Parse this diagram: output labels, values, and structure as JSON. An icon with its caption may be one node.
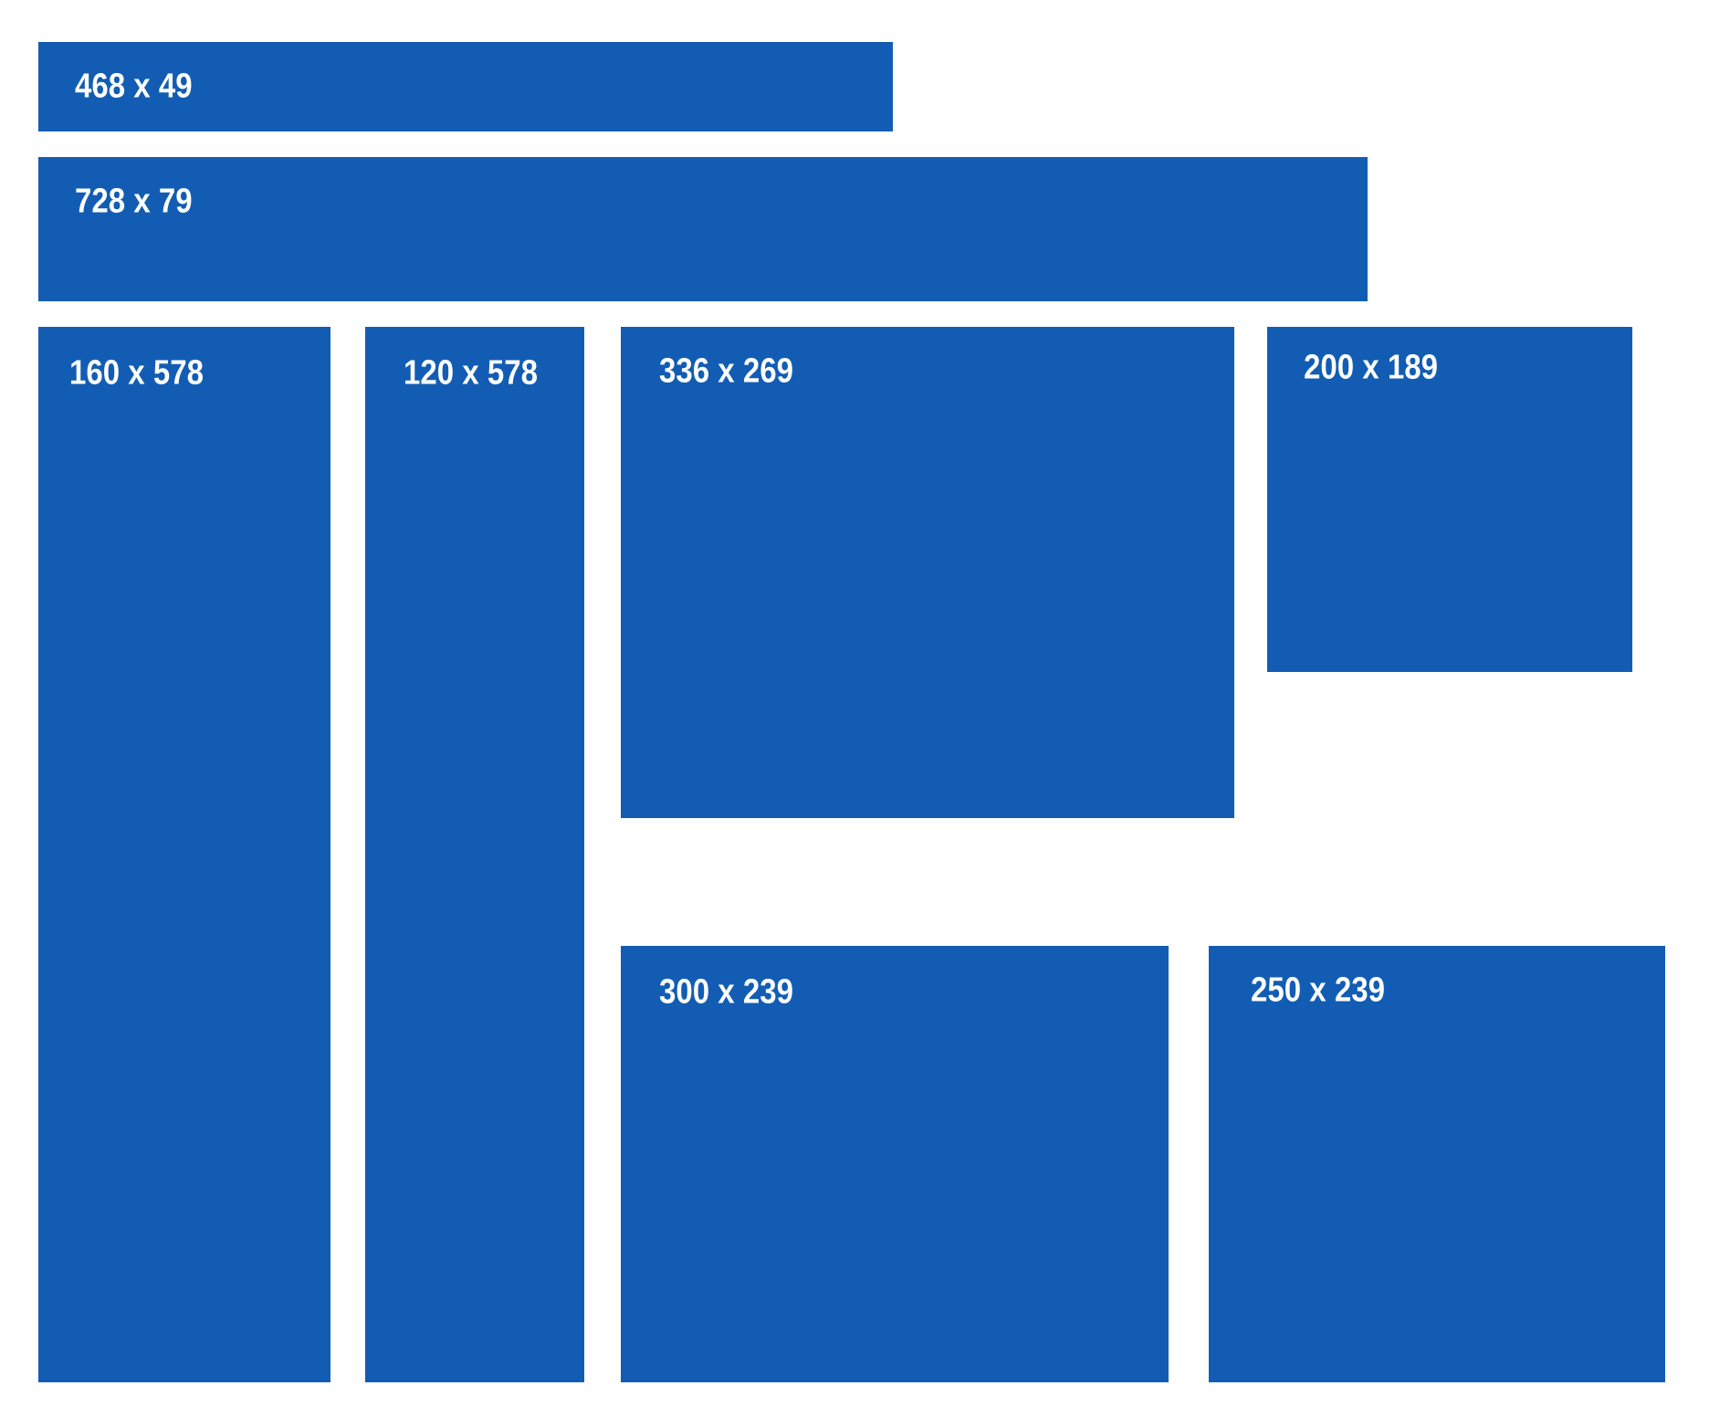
{
  "diagram": {
    "nodes": [
      {
        "text": [
          "468 x 49"
        ]
      },
      {
        "text": [
          "728 x 79"
        ]
      },
      {
        "text": [
          "160 x 578"
        ]
      },
      {
        "text": [
          "120 x 578"
        ]
      },
      {
        "text": [
          "336 x 269"
        ]
      },
      {
        "text": [
          "200 x 189"
        ]
      },
      {
        "text": [
          "300 x 239"
        ]
      },
      {
        "text": [
          "250 x 239"
        ]
      }
    ]
  }
}
